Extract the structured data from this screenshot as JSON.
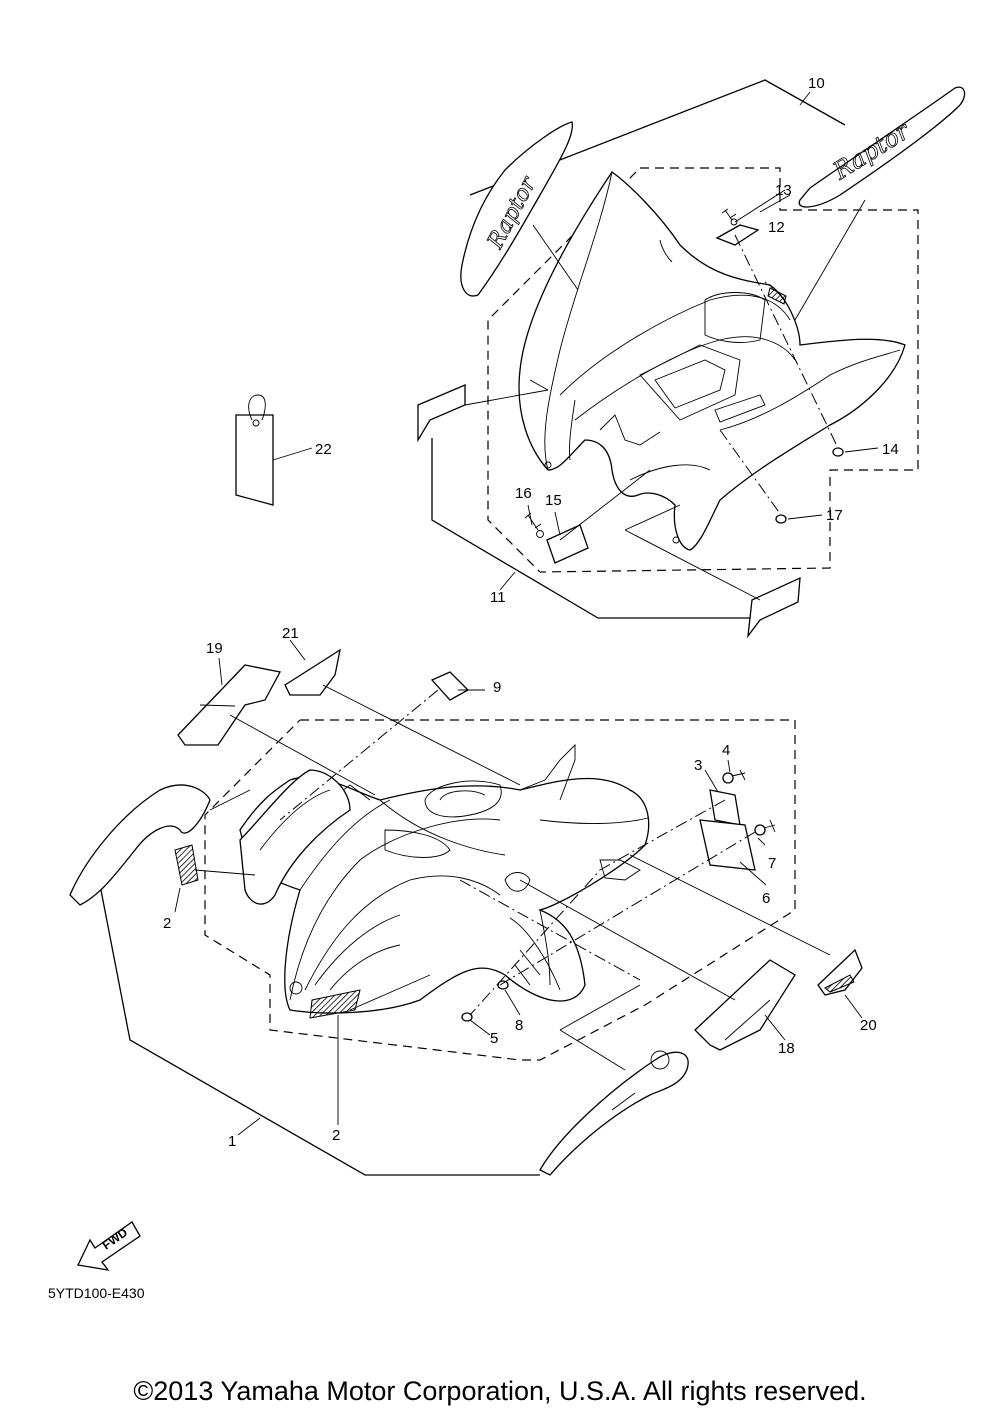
{
  "callouts": {
    "c1": "1",
    "c2a": "2",
    "c2b": "2",
    "c3": "3",
    "c4": "4",
    "c5": "5",
    "c6": "6",
    "c7": "7",
    "c8": "8",
    "c9": "9",
    "c10": "10",
    "c11": "11",
    "c12": "12",
    "c13": "13",
    "c14": "14",
    "c15": "15",
    "c16": "16",
    "c17": "17",
    "c18": "18",
    "c19": "19",
    "c20": "20",
    "c21": "21",
    "c22": "22"
  },
  "decal_text": "Raptor",
  "fwd_label": "FWD",
  "diagram_code": "5YTD100-E430",
  "copyright": "©2013 Yamaha Motor Corporation, U.S.A. All rights reserved."
}
